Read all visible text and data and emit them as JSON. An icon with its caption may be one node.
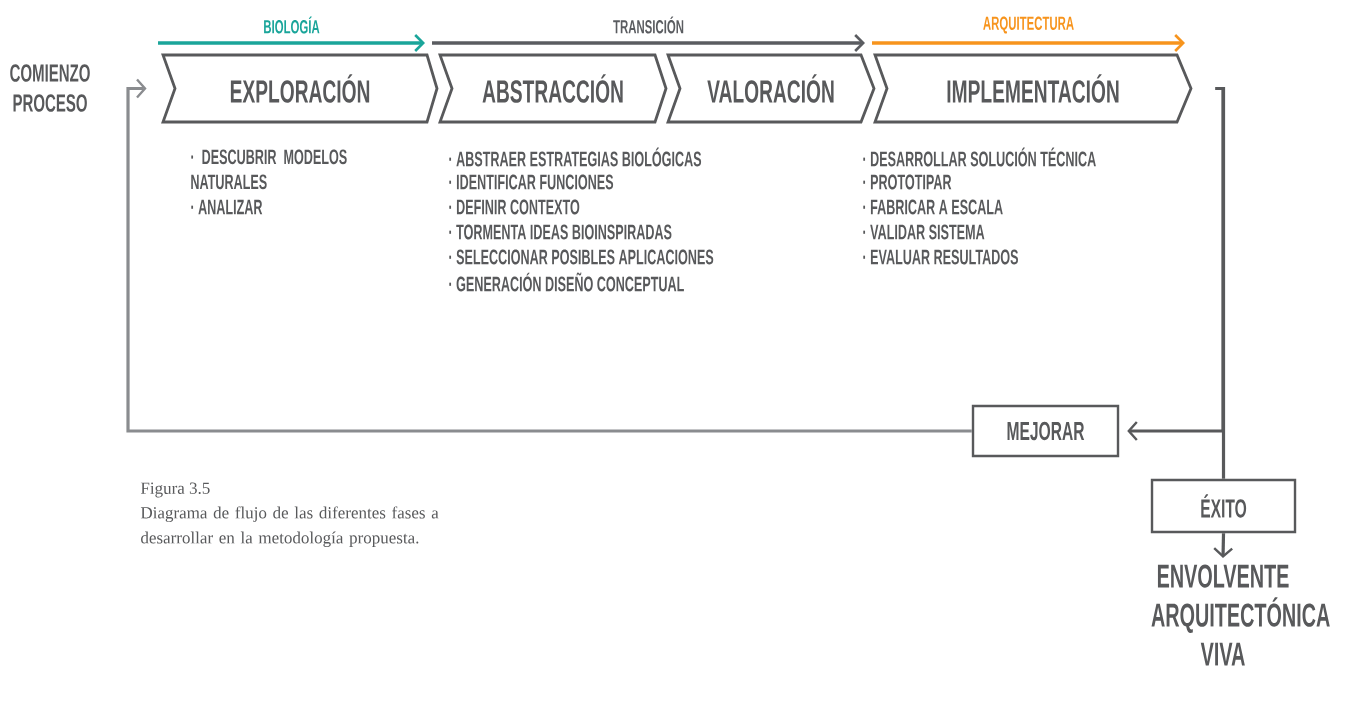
{
  "diagram": {
    "caption": "Diagrama de flujo de las diferentes fases a desarrollar en la metodología propuesta.",
    "nodes": [
      {
        "text": [
          "EXPLORACIÓN"
        ]
      },
      {
        "text": [
          "ABSTRACCIÓN"
        ]
      },
      {
        "text": [
          "VALORACIÓN"
        ]
      },
      {
        "text": [
          "IMPLEMENTACIÓN"
        ]
      },
      {
        "text": [
          "MEJORAR"
        ]
      },
      {
        "text": [
          "ÉXITO"
        ]
      },
      {
        "text": [
          "ENVOLVENTE ARQUITECTÓNICA VIVA"
        ]
      }
    ],
    "edges": [
      {
        "from": 3,
        "to": 4,
        "arrow": "to"
      },
      {
        "from": 3,
        "to": 5,
        "arrow": "none"
      },
      {
        "from": 5,
        "to": 6,
        "arrow": "to"
      },
      {
        "from": 4,
        "to": 0,
        "arrow": "to",
        "color": "#8a8c8f"
      }
    ],
    "labels": [
      "BIOLOGÍA",
      "TRANSICIÓN",
      "ARQUITECTURA",
      "COMIENZO PROCESO",
      "· DESCUBRIR MODELOS NATURALES",
      "· ANALIZAR",
      "· ABSTRAER ESTRATEGIAS BIOLÓGICAS",
      "· IDENTIFICAR FUNCIONES",
      "· DEFINIR CONTEXTO",
      "· TORMENTA IDEAS BIOINSPIRADAS",
      "· SELECCIONAR POSIBLES APLICACIONES",
      "· GENERACIÓN DISEÑO CONCEPTUAL",
      "· DESARROLLAR SOLUCIÓN TÉCNICA",
      "· PROTOTIPAR",
      "· FABRICAR A ESCALA",
      "· VALIDAR SISTEMA",
      "· EVALUAR RESULTADOS",
      "Figura 3.5"
    ]
  }
}
